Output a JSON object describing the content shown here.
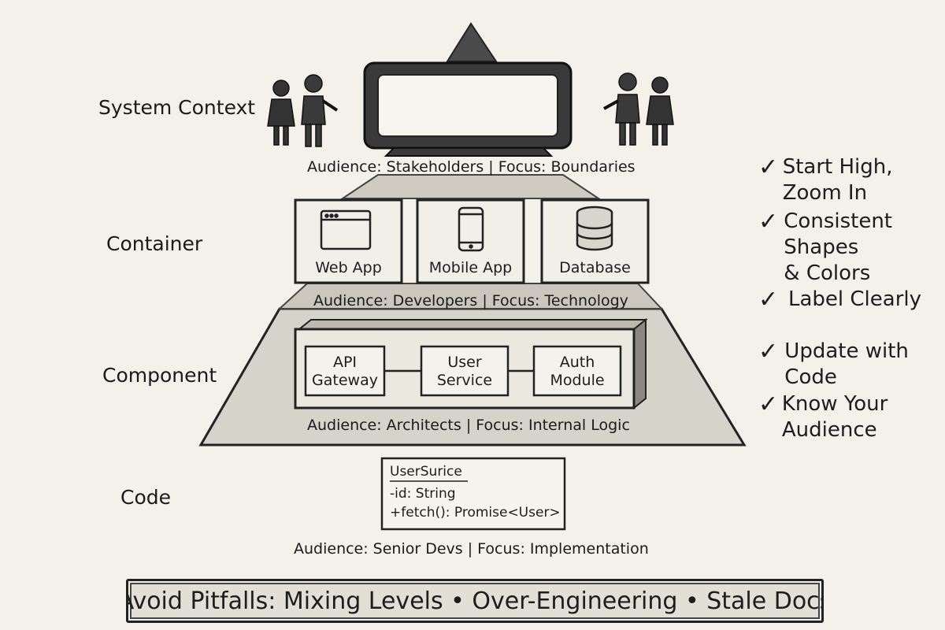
{
  "levels": {
    "system_context": {
      "title": "System Context",
      "audience": "Audience: Stakeholders | Focus: Boundaries"
    },
    "container": {
      "title": "Container",
      "audience": "Audience: Developers | Focus: Technology",
      "boxes": [
        {
          "label": "Web App",
          "icon": "browser-window-icon"
        },
        {
          "label": "Mobile App",
          "icon": "smartphone-icon"
        },
        {
          "label": "Database",
          "icon": "database-icon"
        }
      ]
    },
    "component": {
      "title": "Component",
      "audience": "Audience: Architects | Focus: Internal Logic",
      "boxes": [
        {
          "label": "API\nGateway"
        },
        {
          "label": "User\nService"
        },
        {
          "label": "Auth\nModule"
        }
      ]
    },
    "code": {
      "title": "Code",
      "audience": "Audience: Senior Devs | Focus: Implementation",
      "class_name": "UserSurice",
      "members": [
        "-id: String",
        "+fetch(): Promise<User>"
      ]
    }
  },
  "checklist": {
    "mark": "✓",
    "items": [
      "Start High, Zoom In",
      "Consistent Shapes\n& Colors",
      "Label Clearly",
      "Update with Code",
      "Know Your Audience"
    ]
  },
  "pitfalls": "Avoid Pitfalls: Mixing Levels • Over-Engineering • Stale Docs"
}
